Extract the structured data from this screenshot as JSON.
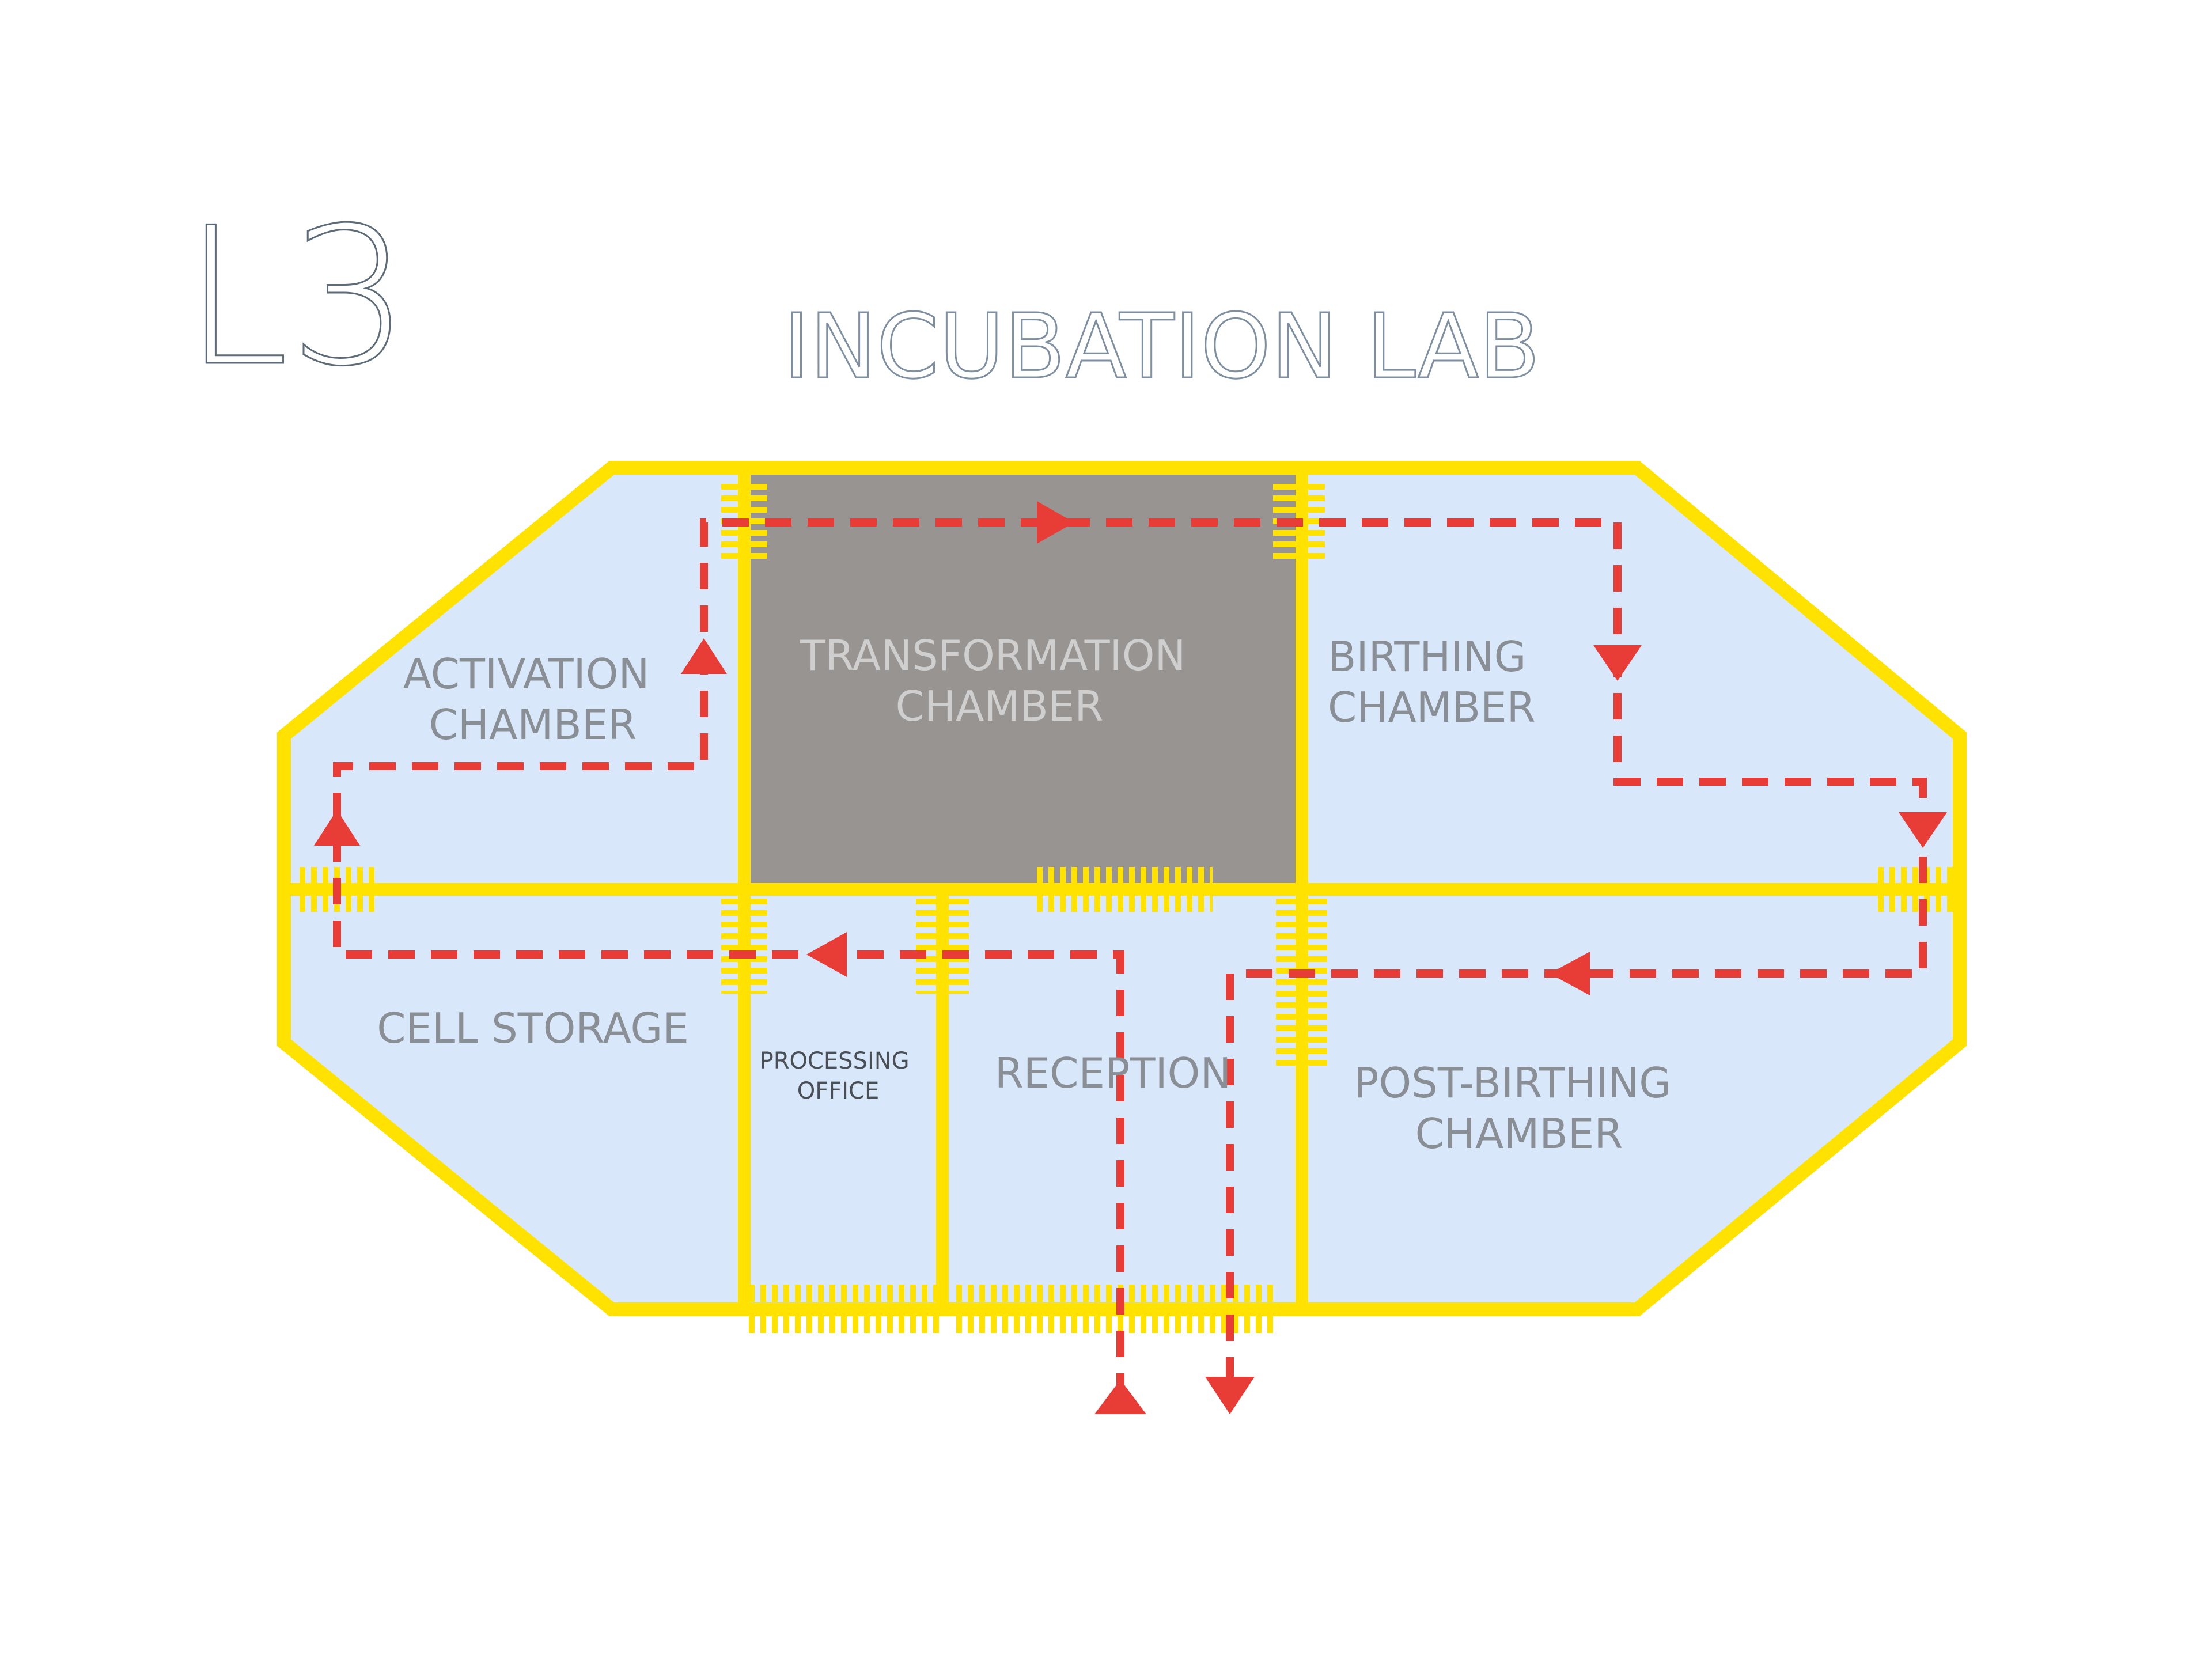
{
  "level": "L3",
  "title": "INCUBATION LAB",
  "colors": {
    "wall": "#ffe200",
    "room_fill": "#d8e8fa",
    "transformation_fill": "#989492",
    "path": "#e83d36"
  },
  "rooms": {
    "activation": [
      "ACTIVATION",
      "CHAMBER"
    ],
    "transformation": [
      "TRANSFORMATION",
      "CHAMBER"
    ],
    "birthing": [
      "BIRTHING",
      "CHAMBER"
    ],
    "cell_storage": "CELL STORAGE",
    "processing": [
      "PROCESSING",
      "OFFICE"
    ],
    "reception": "RECEPTION",
    "post_birthing": [
      "POST-BIRTHING",
      "CHAMBER"
    ]
  }
}
